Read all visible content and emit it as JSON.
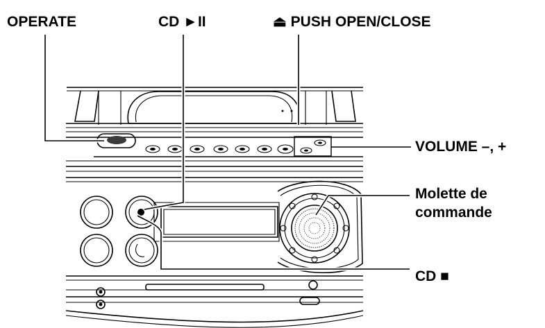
{
  "labels": {
    "operate": "OPERATE",
    "cd_play_pause": "CD ►II",
    "push_open_close": "⏏ PUSH OPEN/CLOSE",
    "volume": "VOLUME –, +",
    "molette_line1": "Molette de",
    "molette_line2": "commande",
    "cd_stop": "CD ■"
  }
}
